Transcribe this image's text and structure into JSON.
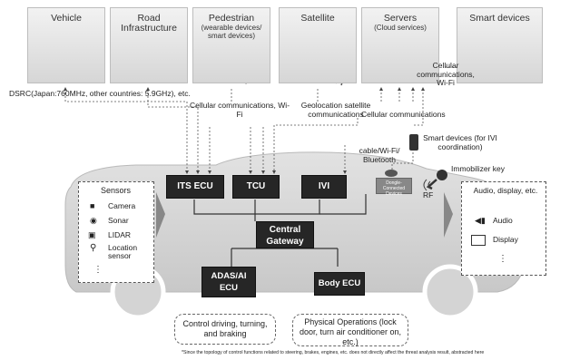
{
  "top_row": {
    "vehicle": {
      "label": "Vehicle"
    },
    "road": {
      "label": "Road Infrastructure"
    },
    "pedestrian": {
      "label": "Pedestrian",
      "sub": "(wearable devices/ smart devices)"
    },
    "satellite": {
      "label": "Satellite"
    },
    "servers": {
      "label": "Servers",
      "sub": "(Cloud services)"
    },
    "smart_devices": {
      "label": "Smart devices"
    }
  },
  "links": {
    "cellular_wifi_top": "Cellular communications, Wi-Fi",
    "dsrc": "DSRC(Japan:760MHz, other countries: 5.9GHz), etc.",
    "cellular_wifi_ped": "Cellular communications, Wi-Fi",
    "geolocation": "Geolocation satellite communications",
    "cellular": "Cellular communications",
    "ivi_smart": "Smart devices (for IVI coordination)",
    "cable": "cable/Wi-Fi/ Bluetooth",
    "immobilizer": "Immobilizer key",
    "rf": "RF"
  },
  "ecus": {
    "its": "ITS ECU",
    "tcu": "TCU",
    "ivi": "IVI",
    "dongle": "Dongle-Connected Devices",
    "gateway": "Central Gateway",
    "adas": "ADAS/AI ECU",
    "body": "Body ECU"
  },
  "sensors": {
    "title": "Sensors",
    "items": [
      "Camera",
      "Sonar",
      "LIDAR",
      "Location sensor"
    ],
    "more": "⋮"
  },
  "outputs": {
    "title": "Audio, display, etc.",
    "items": [
      "Audio",
      "Display"
    ],
    "more": "⋮"
  },
  "notes": {
    "adas": "Control driving, turning, and braking",
    "body": "Physical Operations (lock door, turn air conditioner on, etc.)"
  },
  "footnote": "*Since the topology of control functions related to steering, brakes, engines, etc. does not directly affect the threat analysis result, abstracted here"
}
